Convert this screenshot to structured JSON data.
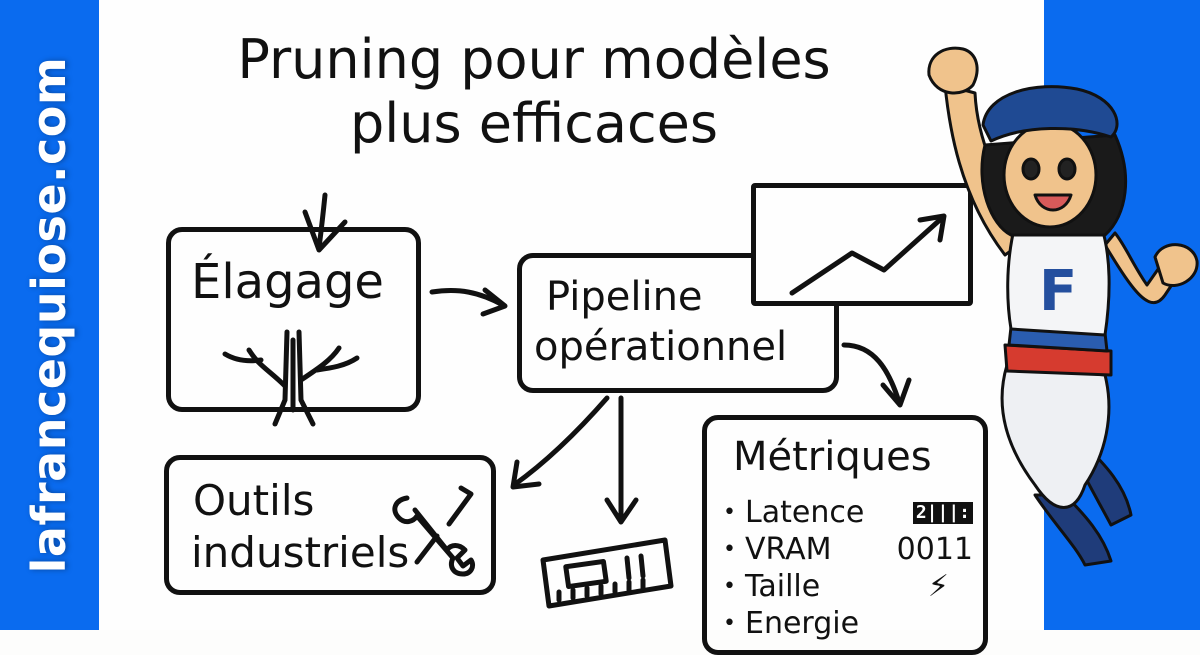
{
  "brand": {
    "site": "lafrancequiose.com",
    "colors": {
      "band": "#0a6bef",
      "ink": "#111111",
      "background": "#fefefe",
      "beret": "#1f4a93",
      "stripe_red": "#d63b2f"
    }
  },
  "title": {
    "line1": "Pruning pour modèles",
    "line2": "plus efficaces"
  },
  "diagram": {
    "nodes": {
      "elagage": {
        "label": "Élagage",
        "icon": "tree-icon"
      },
      "pipeline": {
        "line1": "Pipeline",
        "line2": "opérationnel"
      },
      "chart": {
        "icon": "trend-chart-icon"
      },
      "outils": {
        "line1": "Outils",
        "line2": "industriels",
        "icon": "wrench-screwdriver-icon"
      },
      "memory": {
        "icon": "ram-module-icon"
      },
      "metriques": {
        "title": "Métriques",
        "items": [
          {
            "label": "Latence",
            "value": "2|||:"
          },
          {
            "label": "VRAM",
            "value": "0011"
          },
          {
            "label": "Taille",
            "value": "⚡"
          },
          {
            "label": "Energie",
            "value": ""
          }
        ]
      }
    },
    "arrows": [
      "title→elagage",
      "elagage→pipeline",
      "pipeline→outils",
      "pipeline→memory",
      "pipeline→metriques"
    ]
  },
  "mascot": {
    "shirt_letter": "F",
    "description": "cheering character with blue beret"
  }
}
